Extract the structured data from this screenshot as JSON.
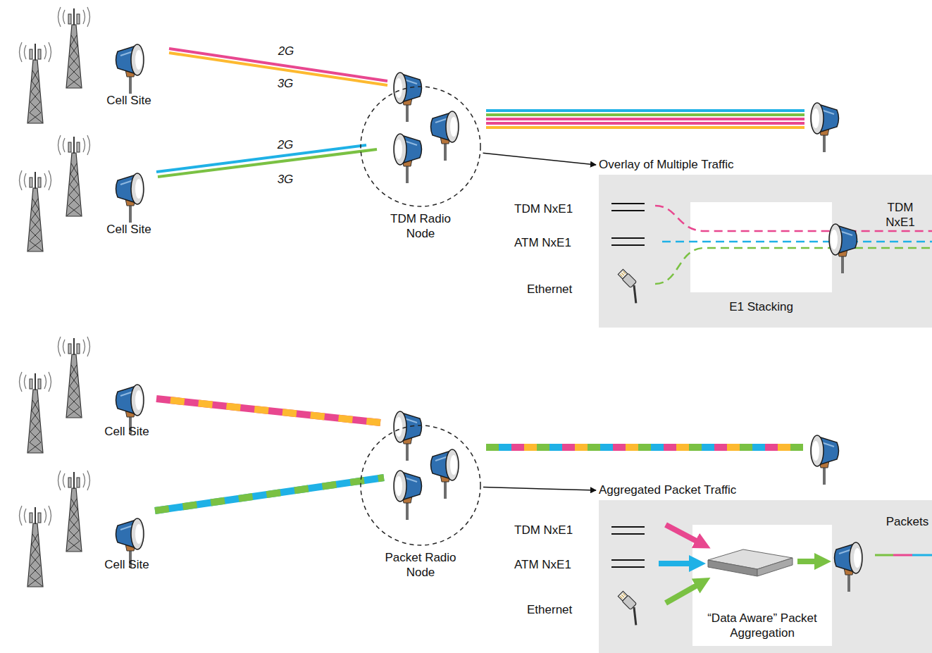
{
  "diagram": {
    "nodes": [
      {
        "text": [
          "TDM Radio Node"
        ]
      },
      {
        "text": [
          "Overlay of Multiple Traffic"
        ]
      },
      {
        "text": [
          "E1 Stacking"
        ],
        "in": 1
      },
      {
        "text": [
          "Packet Radio Node"
        ]
      },
      {
        "text": [
          "Aggregated Packet Traffic"
        ]
      },
      {
        "text": [
          "“Data Aware” Packet Aggregation"
        ],
        "in": 4
      }
    ],
    "edges": [
      {
        "from": 0,
        "to": 1,
        "arrow": "to"
      },
      {
        "from": 3,
        "to": 4,
        "arrow": "to"
      }
    ],
    "labels": [
      "Cell Site",
      "2G",
      "3G",
      "Cell Site",
      "2G",
      "3G",
      "TDM NxE1",
      "ATM NxE1",
      "Ethernet",
      "TDM NxE1",
      "Cell Site",
      "Cell Site",
      "TDM NxE1",
      "ATM NxE1",
      "Ethernet",
      "Packets"
    ]
  }
}
